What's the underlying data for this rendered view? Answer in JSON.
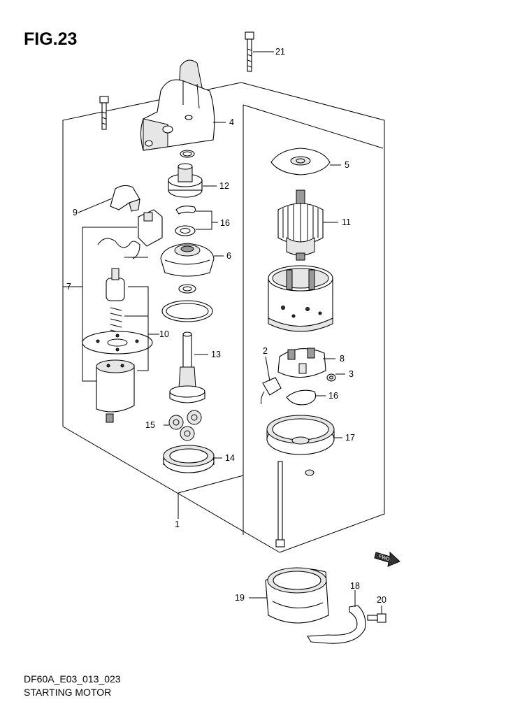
{
  "figure": {
    "title": "FIG.23"
  },
  "footer": {
    "code": "DF60A_E03_013_023",
    "name": "STARTING MOTOR"
  },
  "fwd_label": "FWD",
  "callouts": {
    "c1": "1",
    "c2": "2",
    "c3": "3",
    "c4": "4",
    "c5": "5",
    "c6": "6",
    "c7": "7",
    "c8": "8",
    "c9": "9",
    "c10": "10",
    "c11": "11",
    "c12": "12",
    "c13": "13",
    "c14": "14",
    "c15": "15",
    "c16a": "16",
    "c16b": "16",
    "c17": "17",
    "c18": "18",
    "c19": "19",
    "c20": "20",
    "c21": "21"
  }
}
